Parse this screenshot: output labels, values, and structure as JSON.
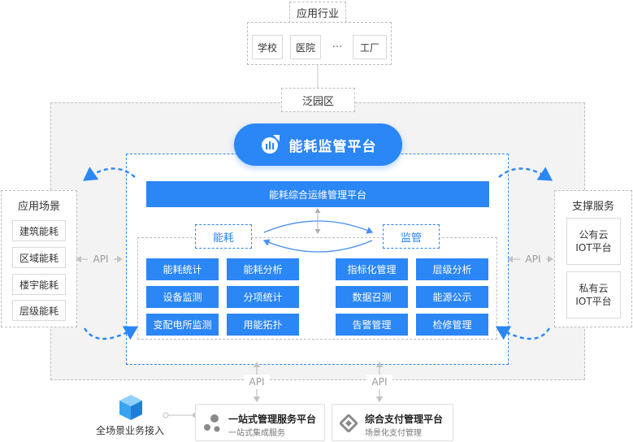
{
  "industry": {
    "title": "应用行业",
    "items": [
      "学校",
      "医院",
      "···",
      "工厂"
    ]
  },
  "park": "泛园区",
  "platform": {
    "title": "能耗监管平台",
    "ops_bar": "能耗综合运维管理平台",
    "energy_label": "能耗",
    "monitor_label": "监管",
    "energy_modules": [
      "能耗统计",
      "能耗分析",
      "设备监测",
      "分项统计",
      "变配电所监测",
      "用能拓扑"
    ],
    "monitor_modules": [
      "指标化管理",
      "层级分析",
      "数据召测",
      "能源公示",
      "告警管理",
      "检修管理"
    ]
  },
  "scenarios": {
    "title": "应用场景",
    "items": [
      "建筑能耗",
      "区域能耗",
      "楼宇能耗",
      "层级能耗"
    ]
  },
  "support": {
    "title": "支撑服务",
    "items": [
      "公有云\nIOT平台",
      "私有云\nIOT平台"
    ]
  },
  "api_label": "API",
  "access": {
    "label": "全场景业务接入",
    "one_stop": {
      "title": "一站式管理服务平台",
      "subtitle": "一站式集成服务"
    },
    "payment": {
      "title": "综合支付管理平台",
      "subtitle": "场景化支付管理"
    }
  },
  "colors": {
    "primary": "#2b86f6",
    "panel": "#f3f3f3"
  }
}
